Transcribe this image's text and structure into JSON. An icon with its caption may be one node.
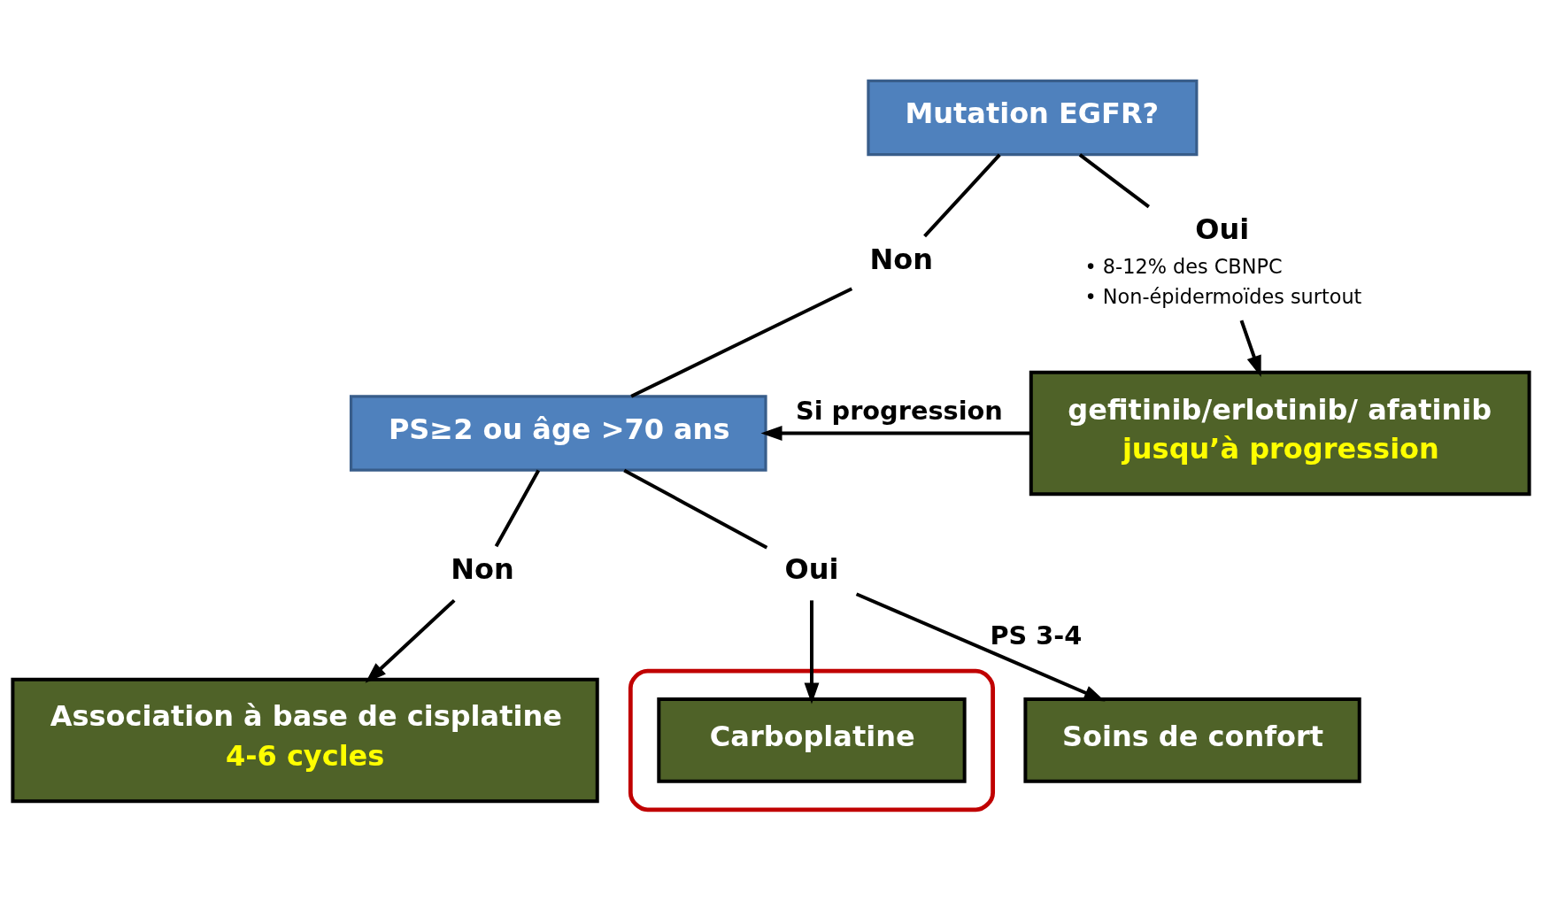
{
  "diagram": {
    "nodes": [
      {
        "text": [
          "Mutation EGFR?"
        ]
      },
      {
        "text": [
          "Non"
        ]
      },
      {
        "text": [
          "Oui"
        ],
        "beside": [
          "• 8-12% des CBNPC",
          "• Non-épidermoïdes surtout"
        ]
      },
      {
        "text": [
          "PS≥2 ou âge >70 ans"
        ]
      },
      {
        "text": [
          "Non"
        ]
      },
      {
        "text": [
          "Oui"
        ]
      },
      {
        "text": [
          "gefitinib/erlotinib/ afatinib",
          "jusqu’à progression"
        ]
      },
      {
        "text": [
          "Association à base de cisplatine",
          "4-6 cycles"
        ]
      },
      {
        "text": [],
        "shape": "ellipse"
      },
      {
        "text": [
          "Carboplatine"
        ],
        "in": 8
      },
      {
        "text": [
          "Soins de confort"
        ]
      }
    ],
    "edges": [
      {
        "from": 0,
        "to": 1,
        "arrow": "none"
      },
      {
        "from": 1,
        "to": 3,
        "arrow": "none"
      },
      {
        "from": 0,
        "to": 2,
        "arrow": "none"
      },
      {
        "from": 2,
        "to": 6,
        "arrow": "to"
      },
      {
        "from": 6,
        "to": 3,
        "arrow": "to",
        "label": "Si progression"
      },
      {
        "from": 3,
        "to": 4,
        "arrow": "none"
      },
      {
        "from": 3,
        "to": 5,
        "arrow": "none"
      },
      {
        "from": 4,
        "to": 7,
        "arrow": "to"
      },
      {
        "from": 5,
        "to": 9,
        "arrow": "to"
      },
      {
        "from": 5,
        "to": 10,
        "arrow": "to",
        "label": "PS 3-4"
      }
    ]
  }
}
